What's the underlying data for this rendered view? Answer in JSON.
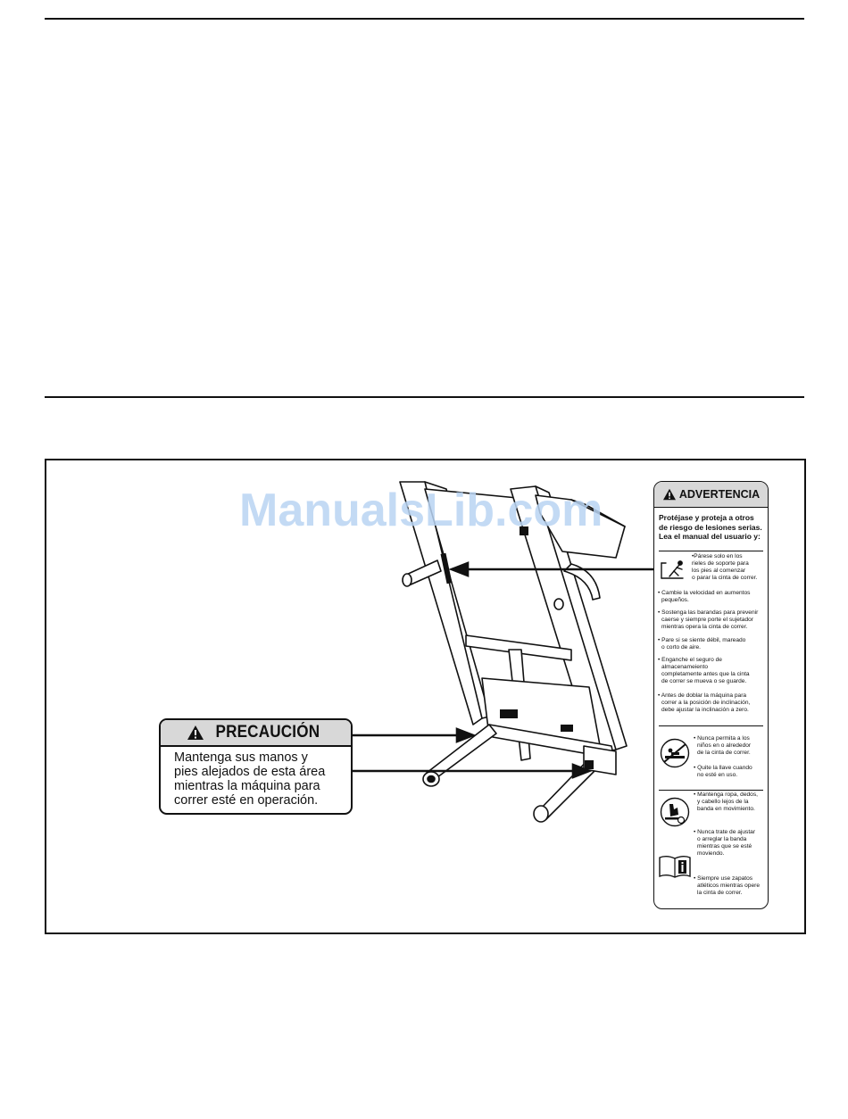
{
  "watermark": "ManualsLib.com",
  "caution": {
    "title": "PRECAUCIÓN",
    "body": [
      "Mantenga sus manos y",
      "pies alejados de esta área",
      "mientras la máquina para",
      "correr esté en operación."
    ]
  },
  "warning": {
    "title": "ADVERTENCIA",
    "intro": [
      "Protéjase y proteja a otros",
      "de riesgo de lesiones serias.",
      "Lea el manual del usuario y:"
    ],
    "item1": [
      "•Párese solo en los",
      "rieles de soporte para",
      "los pies al comenzar",
      "o parar la cinta de correr."
    ],
    "item2": [
      "• Cambie la velocidad en aumentos",
      "pequeños."
    ],
    "item3": [
      "• Sostenga las barandas para prevenir",
      "caerse y siempre porte el sujetador",
      "mientras opera la cinta de correr."
    ],
    "item4": [
      "• Pare si se siente débil, mareado",
      "o corto de aire."
    ],
    "item5": [
      "• Enganche el seguro de",
      "almacenameiento",
      "completamente antes que la cinta",
      "de correr se mueva o se guarde."
    ],
    "item6": [
      "• Antes de doblar la máquina para",
      "correr a la posición de inclinación,",
      "debe ajustar la inclinación a zero."
    ],
    "item7": [
      "• Nunca permita a los",
      "niños en o alrededor",
      "de la cinta de correr."
    ],
    "item8": [
      "• Quite la llave cuando",
      "no esté en uso."
    ],
    "item9": [
      "• Mantenga ropa, dedos,",
      "y cabello lejos de la",
      "banda en movimiento."
    ],
    "item10": [
      "• Nunca trate de ajustar",
      "o arreglar la banda",
      "mientras que se esté",
      "moviendo."
    ],
    "item11": [
      "• Siempre use zapatos",
      "atléticos mientras opere",
      "la cinta de correr."
    ]
  },
  "icons": [
    "warning-triangle-icon",
    "fall-hazard-icon",
    "no-children-icon",
    "hand-entanglement-icon",
    "read-manual-icon"
  ]
}
